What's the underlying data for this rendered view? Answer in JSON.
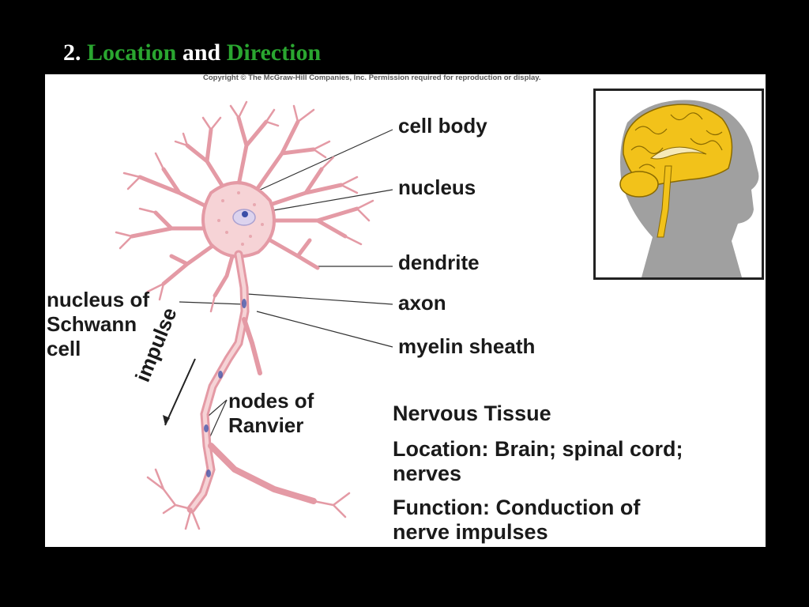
{
  "slide": {
    "title_number": "2.",
    "title_word1": "Location",
    "title_and": "and",
    "title_word2": "Direction"
  },
  "figure": {
    "copyright": "Copyright © The McGraw-Hill Companies, Inc. Permission required for reproduction or display.",
    "labels": {
      "cell_body": "cell body",
      "nucleus": "nucleus",
      "dendrite": "dendrite",
      "axon": "axon",
      "myelin_sheath": "myelin sheath",
      "nucleus_of_schwann_line1": "nucleus of",
      "nucleus_of_schwann_line2": "Schwann",
      "nucleus_of_schwann_line3": "cell",
      "nodes_line1": "nodes of",
      "nodes_line2": "Ranvier",
      "impulse": "impulse"
    },
    "description": {
      "heading": "Nervous Tissue",
      "location_line1": "Location:  Brain; spinal cord;",
      "location_line2": "nerves",
      "function_line1": "Function:  Conduction of",
      "function_line2": "nerve impulses"
    }
  },
  "colors": {
    "neuron": "#e49aa5",
    "neuron_fill": "#f6d3d6",
    "nucleus": "#3a4fa8",
    "brain": "#f2c21a",
    "head": "#a0a0a0",
    "title_green": "#2aa630"
  }
}
